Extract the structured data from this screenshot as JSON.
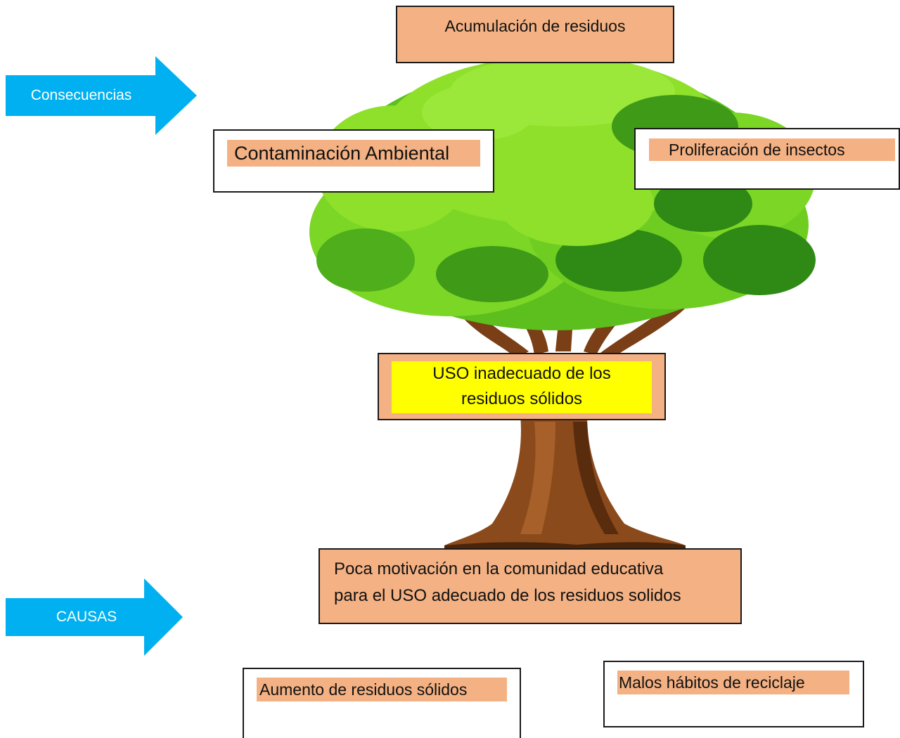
{
  "arrows": {
    "consequences_label": "Consecuencias",
    "causes_label": "CAUSAS",
    "color": "#00b0f0"
  },
  "top_box": {
    "text": "Acumulación de residuos"
  },
  "consequence_left": {
    "text": "Contaminación Ambiental"
  },
  "consequence_right": {
    "text": "Proliferación de insectos"
  },
  "central_problem": {
    "line1": "USO inadecuado de los",
    "line2": "residuos sólidos"
  },
  "root_main": {
    "line1": "Poca motivación en la comunidad educativa",
    "line2": "para el USO adecuado de los residuos solidos"
  },
  "cause_left": {
    "text": "Aumento de residuos sólidos "
  },
  "cause_right": {
    "text": "Malos hábitos de reciclaje "
  },
  "colors": {
    "box_fill": "#f4b183",
    "central_highlight": "#ffff00",
    "leaf_light": "#8ee02a",
    "leaf_mid": "#5cbf1e",
    "leaf_dark": "#2e8a14",
    "trunk": "#8b4a1c",
    "trunk_dark": "#5a2c0e"
  }
}
